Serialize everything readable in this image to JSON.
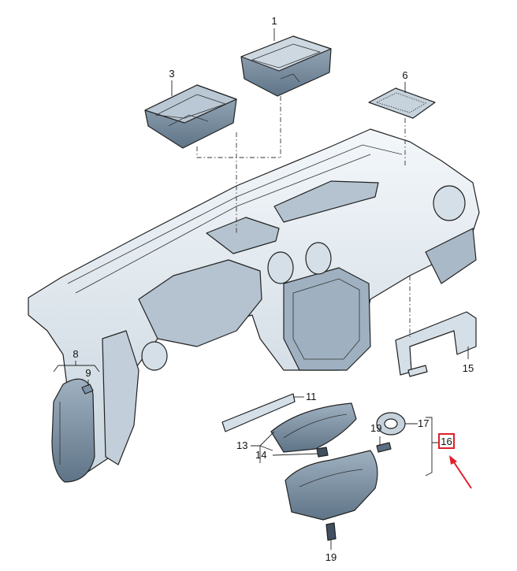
{
  "colors": {
    "part_fill": "#e3eaf0",
    "part_shade": "#a9b9c7",
    "part_dark": "#6f8496",
    "highlight": "#e0202a"
  },
  "callouts": {
    "c1": "1",
    "c3": "3",
    "c6": "6",
    "c8": "8",
    "c9": "9",
    "c11": "11",
    "c13": "13",
    "c14": "14",
    "c15": "15",
    "c16": "16",
    "c17": "17",
    "c19a": "19",
    "c19b": "19"
  },
  "highlighted_callout": "16"
}
